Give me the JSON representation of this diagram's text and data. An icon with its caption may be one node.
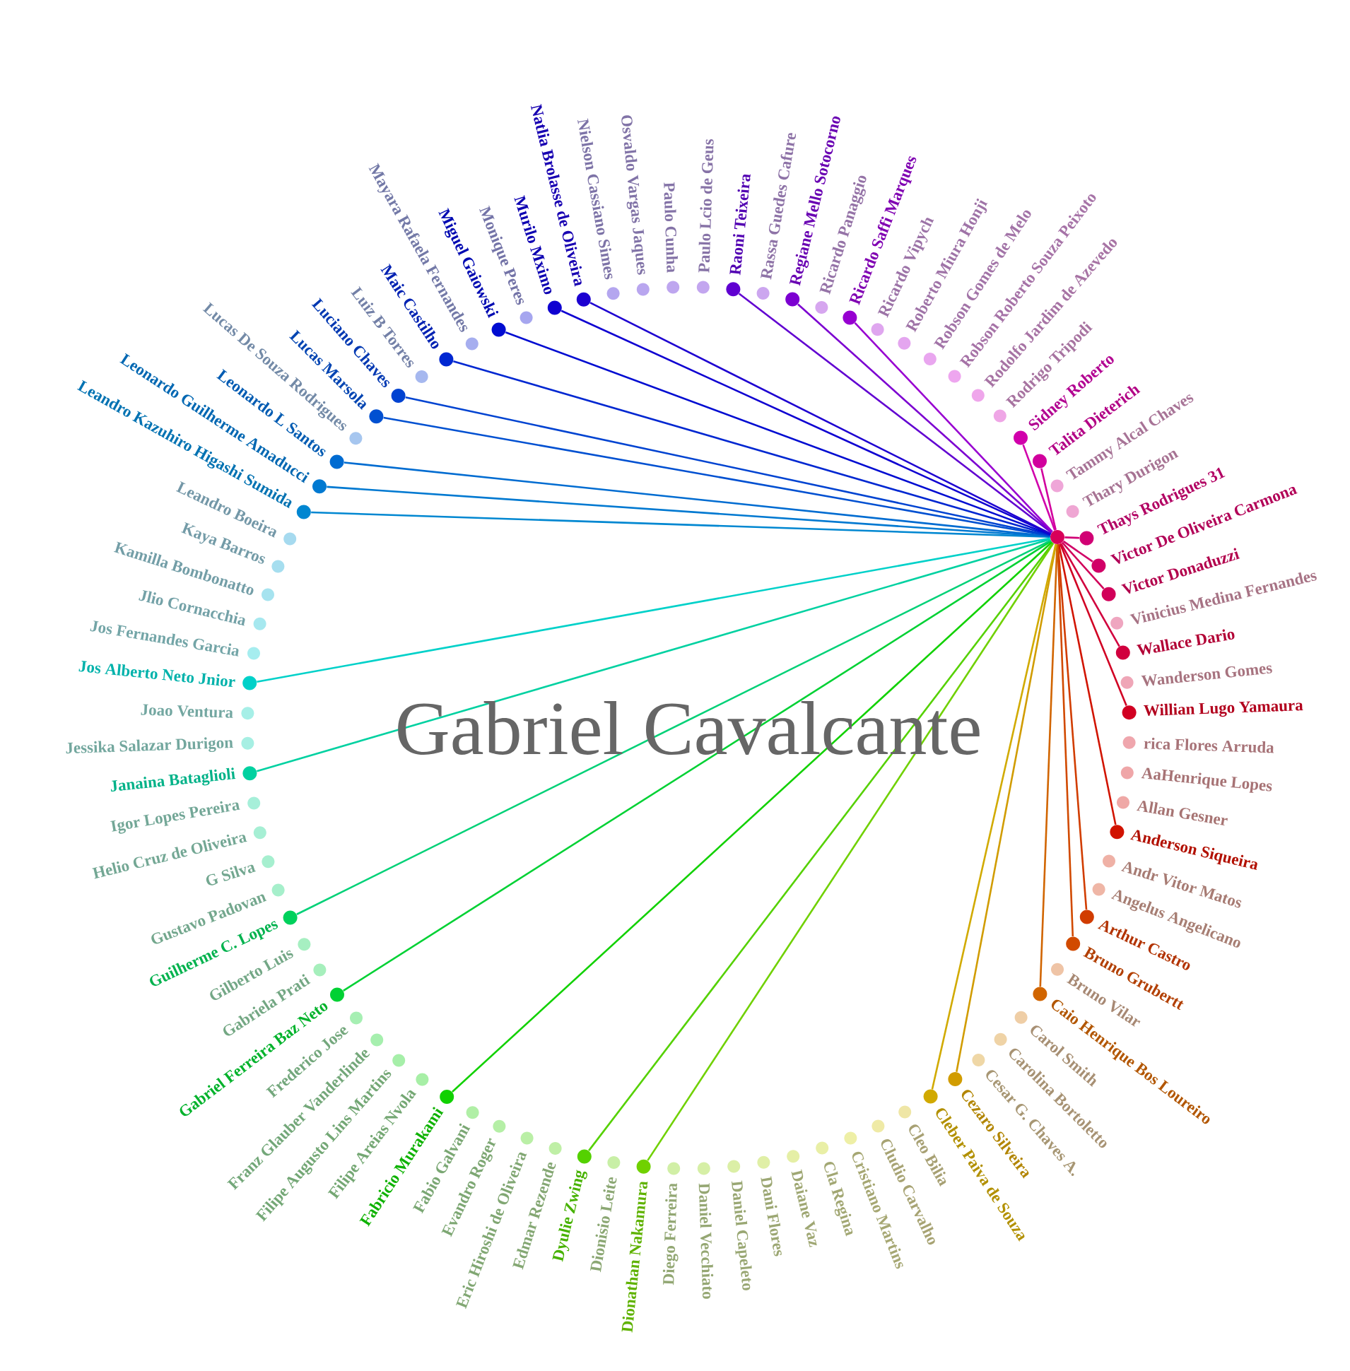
{
  "diagram": {
    "title": "Gabriel Cavalcante",
    "nodes": [
      {
        "text": [
          "Willian Lugo Yamaura"
        ]
      },
      {
        "text": [
          "rica Flores Arruda"
        ]
      },
      {
        "text": [
          "AaHenrique Lopes"
        ]
      },
      {
        "text": [
          "Allan Gesner"
        ]
      },
      {
        "text": [
          "Anderson Siqueira"
        ]
      },
      {
        "text": [
          "Andr Vitor Matos"
        ]
      },
      {
        "text": [
          "Angelus Angelicano"
        ]
      },
      {
        "text": [
          "Arthur Castro"
        ]
      },
      {
        "text": [
          "Bruno Grubertt"
        ]
      },
      {
        "text": [
          "Bruno Vilar"
        ]
      },
      {
        "text": [
          "Caio Henrique Bos Loureiro"
        ]
      },
      {
        "text": [
          "Carol Smith"
        ]
      },
      {
        "text": [
          "Carolina Bortoletto"
        ]
      },
      {
        "text": [
          "Cesar G. Chaves A."
        ]
      },
      {
        "text": [
          "Cezaro Silveira"
        ]
      },
      {
        "text": [
          "Cleber Paiva de Souza"
        ]
      },
      {
        "text": [
          "Cleo Bilia"
        ]
      },
      {
        "text": [
          "Cludio Carvalho"
        ]
      },
      {
        "text": [
          "Cristiano Martins"
        ]
      },
      {
        "text": [
          "Cla Regina"
        ]
      },
      {
        "text": [
          "Daiane Vaz"
        ]
      },
      {
        "text": [
          "Dani Flores"
        ]
      },
      {
        "text": [
          "Daniel Capeleto"
        ]
      },
      {
        "text": [
          "Daniel Vecchiato"
        ]
      },
      {
        "text": [
          "Diego Ferreira"
        ]
      },
      {
        "text": [
          "Dionathan Nakamura"
        ]
      },
      {
        "text": [
          "Dionisio Leite"
        ]
      },
      {
        "text": [
          "Dyulie Zwing"
        ]
      },
      {
        "text": [
          "Edmar Rezende"
        ]
      },
      {
        "text": [
          "Eric Hiroshi de Oliveira"
        ]
      },
      {
        "text": [
          "Evandro Roger"
        ]
      },
      {
        "text": [
          "Fabio Galvani"
        ]
      },
      {
        "text": [
          "Fabricio Murakami"
        ]
      },
      {
        "text": [
          "Filipe Areias Nvola"
        ]
      },
      {
        "text": [
          "Filipe Augusto Lins Martins"
        ]
      },
      {
        "text": [
          "Franz Glauber Vanderlinde"
        ]
      },
      {
        "text": [
          "Frederico Jose"
        ]
      },
      {
        "text": [
          "Gabriel Ferreira Baz Neto"
        ]
      },
      {
        "text": [
          "Gabriela Prati"
        ]
      },
      {
        "text": [
          "Gilberto Luis"
        ]
      },
      {
        "text": [
          "Guilherme C. Lopes"
        ]
      },
      {
        "text": [
          "Gustavo Padovan"
        ]
      },
      {
        "text": [
          "G Silva"
        ]
      },
      {
        "text": [
          "Helio Cruz de Oliveira"
        ]
      },
      {
        "text": [
          "Igor Lopes Pereira"
        ]
      },
      {
        "text": [
          "Janaina Bataglioli"
        ]
      },
      {
        "text": [
          "Jessika Salazar Durigon"
        ]
      },
      {
        "text": [
          "Joao Ventura"
        ]
      },
      {
        "text": [
          "Jos Alberto Neto Jnior"
        ]
      },
      {
        "text": [
          "Jos Fernandes Garcia"
        ]
      },
      {
        "text": [
          "Jlio Cornacchia"
        ]
      },
      {
        "text": [
          "Kamilla Bombonatto"
        ]
      },
      {
        "text": [
          "Kaya Barros"
        ]
      },
      {
        "text": [
          "Leandro Boeira"
        ]
      },
      {
        "text": [
          "Leandro Kazuhiro Higashi Sumida"
        ]
      },
      {
        "text": [
          "Leonardo Guilherme Amaducci"
        ]
      },
      {
        "text": [
          "Leonardo L Santos"
        ]
      },
      {
        "text": [
          "Lucas De Souza Rodrigues"
        ]
      },
      {
        "text": [
          "Lucas Marsola"
        ]
      },
      {
        "text": [
          "Luciano Chaves"
        ]
      },
      {
        "text": [
          "Luiz B Torres"
        ]
      },
      {
        "text": [
          "Maic Castilho"
        ]
      },
      {
        "text": [
          "Mayara Rafaela Fernandes"
        ]
      },
      {
        "text": [
          "Miguel Gaiowski"
        ]
      },
      {
        "text": [
          "Monique Peres"
        ]
      },
      {
        "text": [
          "Murilo Mximo"
        ]
      },
      {
        "text": [
          "Natlia Brolasse de Oliveira"
        ]
      },
      {
        "text": [
          "Nielson Cassiano Simes"
        ]
      },
      {
        "text": [
          "Osvaldo Vargas Jaques"
        ]
      },
      {
        "text": [
          "Paulo Cunha"
        ]
      },
      {
        "text": [
          "Paulo Lcio de Geus"
        ]
      },
      {
        "text": [
          "Raoni Teixeira"
        ]
      },
      {
        "text": [
          "Rassa Guedes Cafure"
        ]
      },
      {
        "text": [
          "Regiane Mello Sotocorno"
        ]
      },
      {
        "text": [
          "Ricardo Panaggio"
        ]
      },
      {
        "text": [
          "Ricardo Saffi Marques"
        ]
      },
      {
        "text": [
          "Ricardo Vipych"
        ]
      },
      {
        "text": [
          "Roberto Miura Honji"
        ]
      },
      {
        "text": [
          "Robson Gomes de Melo"
        ]
      },
      {
        "text": [
          "Robson Roberto Souza Peixoto"
        ]
      },
      {
        "text": [
          "Rodolfo Jardim de Azevedo"
        ]
      },
      {
        "text": [
          "Rodrigo Tripodi"
        ]
      },
      {
        "text": [
          "Sidney Roberto"
        ]
      },
      {
        "text": [
          "Talita Dieterich"
        ]
      },
      {
        "text": [
          "Tammy Alcal Chaves"
        ]
      },
      {
        "text": [
          "Thary Durigon"
        ]
      },
      {
        "text": [
          "Thays Rodrigues 31"
        ]
      },
      {
        "text": [
          "Victor De Oliveira Carmona"
        ]
      },
      {
        "text": [
          "Victor Donaduzzi"
        ]
      },
      {
        "text": [
          "Vinicius Medina Fernandes"
        ]
      },
      {
        "text": [
          "Wallace Dario"
        ]
      },
      {
        "text": [
          "Wanderson Gomes"
        ]
      },
      {
        "text": [],
        "shape": "circle"
      }
    ],
    "edges": [
      {
        "from": 0,
        "to": 92,
        "arrow": "none",
        "color": "#d10023"
      },
      {
        "from": 4,
        "to": 92,
        "arrow": "none",
        "color": "#d11400"
      },
      {
        "from": 7,
        "to": 92,
        "arrow": "none",
        "color": "#d13d00"
      },
      {
        "from": 8,
        "to": 92,
        "arrow": "none",
        "color": "#d14a00"
      },
      {
        "from": 10,
        "to": 92,
        "arrow": "none",
        "color": "#d16500"
      },
      {
        "from": 14,
        "to": 92,
        "arrow": "none",
        "color": "#d19c00"
      },
      {
        "from": 15,
        "to": 92,
        "arrow": "none",
        "color": "#d1aa00"
      },
      {
        "from": 25,
        "to": 92,
        "arrow": "none",
        "color": "#70d100"
      },
      {
        "from": 27,
        "to": 92,
        "arrow": "none",
        "color": "#55d100"
      },
      {
        "from": 32,
        "to": 92,
        "arrow": "none",
        "color": "#11d100"
      },
      {
        "from": 37,
        "to": 92,
        "arrow": "none",
        "color": "#00d134"
      },
      {
        "from": 40,
        "to": 92,
        "arrow": "none",
        "color": "#00d177"
      },
      {
        "from": 45,
        "to": 92,
        "arrow": "none",
        "color": "#00d1a1"
      },
      {
        "from": 48,
        "to": 92,
        "arrow": "none",
        "color": "#00d1c9"
      },
      {
        "from": 54,
        "to": 92,
        "arrow": "none",
        "color": "#0087d1"
      },
      {
        "from": 55,
        "to": 92,
        "arrow": "none",
        "color": "#0079d1"
      },
      {
        "from": 56,
        "to": 92,
        "arrow": "none",
        "color": "#006cd1"
      },
      {
        "from": 58,
        "to": 92,
        "arrow": "none",
        "color": "#0050d1"
      },
      {
        "from": 59,
        "to": 92,
        "arrow": "none",
        "color": "#0043d1"
      },
      {
        "from": 61,
        "to": 92,
        "arrow": "none",
        "color": "#0027d1"
      },
      {
        "from": 63,
        "to": 92,
        "arrow": "none",
        "color": "#000cd1"
      },
      {
        "from": 65,
        "to": 92,
        "arrow": "none",
        "color": "#0f00d1"
      },
      {
        "from": 66,
        "to": 92,
        "arrow": "none",
        "color": "#1d00d1"
      },
      {
        "from": 71,
        "to": 92,
        "arrow": "none",
        "color": "#6100d1"
      },
      {
        "from": 73,
        "to": 92,
        "arrow": "none",
        "color": "#7c00d1"
      },
      {
        "from": 75,
        "to": 92,
        "arrow": "none",
        "color": "#9800d1"
      },
      {
        "from": 82,
        "to": 92,
        "arrow": "none",
        "color": "#d100ab"
      },
      {
        "from": 83,
        "to": 92,
        "arrow": "none",
        "color": "#d1009d"
      },
      {
        "from": 86,
        "to": 92,
        "arrow": "none",
        "color": "#d10075"
      },
      {
        "from": 87,
        "to": 92,
        "arrow": "none",
        "color": "#d10067"
      },
      {
        "from": 88,
        "to": 92,
        "arrow": "none",
        "color": "#d10059"
      },
      {
        "from": 90,
        "to": 92,
        "arrow": "none",
        "color": "#d1003e"
      }
    ]
  }
}
